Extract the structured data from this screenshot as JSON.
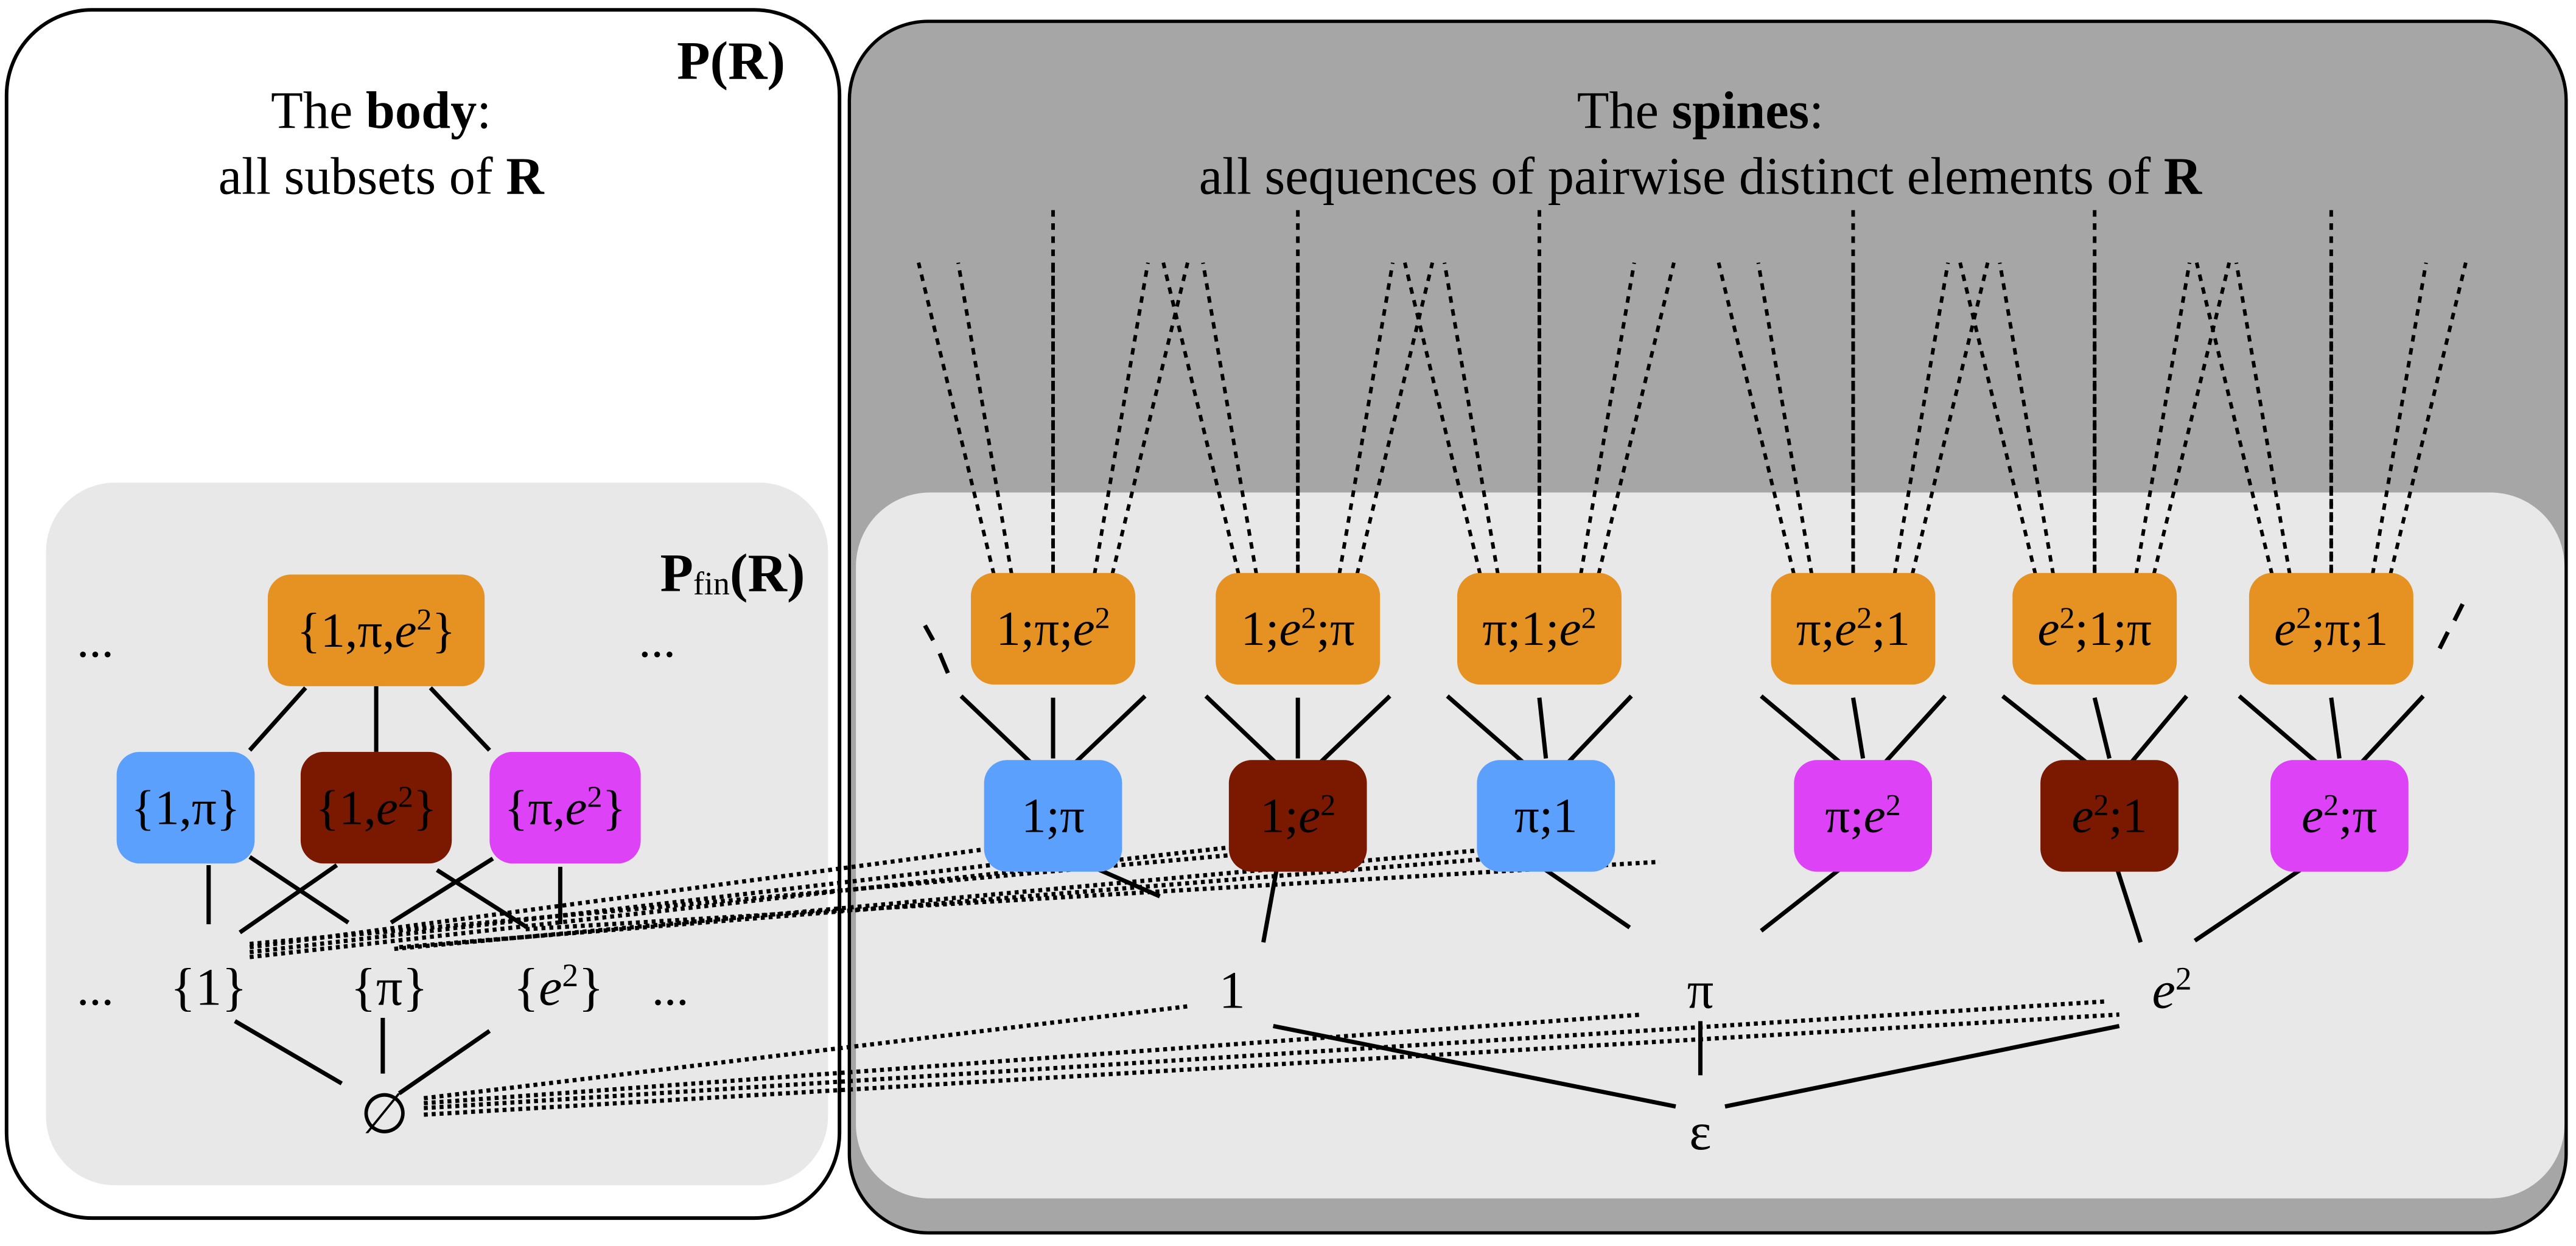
{
  "colors": {
    "orange": "#E59223",
    "blue": "#5BA0FD",
    "maroon": "#7A1800",
    "magenta": "#DD42F7",
    "panel_light": "#E8E8E8",
    "panel_dark": "#A6A6A6"
  },
  "left_panel": {
    "corner_label": "P(R)",
    "title_line1_pre": "The ",
    "title_line1_bold": "body",
    "title_line1_post": ":",
    "title_line2_pre": "all subsets of ",
    "title_line2_bold": "R",
    "inner_label_main": "P",
    "inner_label_sub": "fin",
    "inner_label_post": "(R)",
    "ellipsis": "..."
  },
  "right_panel": {
    "title_line1_pre": "The ",
    "title_line1_bold": "spines",
    "title_line1_post": ":",
    "title_line2_pre": "all sequences of pairwise distinct elements of ",
    "title_line2_bold": "R"
  },
  "lattice": {
    "top": {
      "label": "{1,π,e²}",
      "color": "orange"
    },
    "pairs": [
      {
        "label": "{1,π}",
        "color": "blue"
      },
      {
        "label": "{1,e²}",
        "color": "maroon"
      },
      {
        "label": "{π,e²}",
        "color": "magenta"
      }
    ],
    "singletons": [
      "{1}",
      "{π}",
      "{e²}"
    ],
    "empty": "∅"
  },
  "tree": {
    "triples": [
      {
        "label": "1;π;e²",
        "color": "orange"
      },
      {
        "label": "1;e²;π",
        "color": "orange"
      },
      {
        "label": "π;1;e²",
        "color": "orange"
      },
      {
        "label": "π;e²;1",
        "color": "orange"
      },
      {
        "label": "e²;1;π",
        "color": "orange"
      },
      {
        "label": "e²;π;1",
        "color": "orange"
      }
    ],
    "pairs": [
      {
        "label": "1;π",
        "color": "blue"
      },
      {
        "label": "1;e²",
        "color": "maroon"
      },
      {
        "label": "π;1",
        "color": "blue"
      },
      {
        "label": "π;e²",
        "color": "magenta"
      },
      {
        "label": "e²;1",
        "color": "maroon"
      },
      {
        "label": "e²;π",
        "color": "magenta"
      }
    ],
    "singles": [
      "1",
      "π",
      "e²"
    ],
    "root": "ε"
  }
}
